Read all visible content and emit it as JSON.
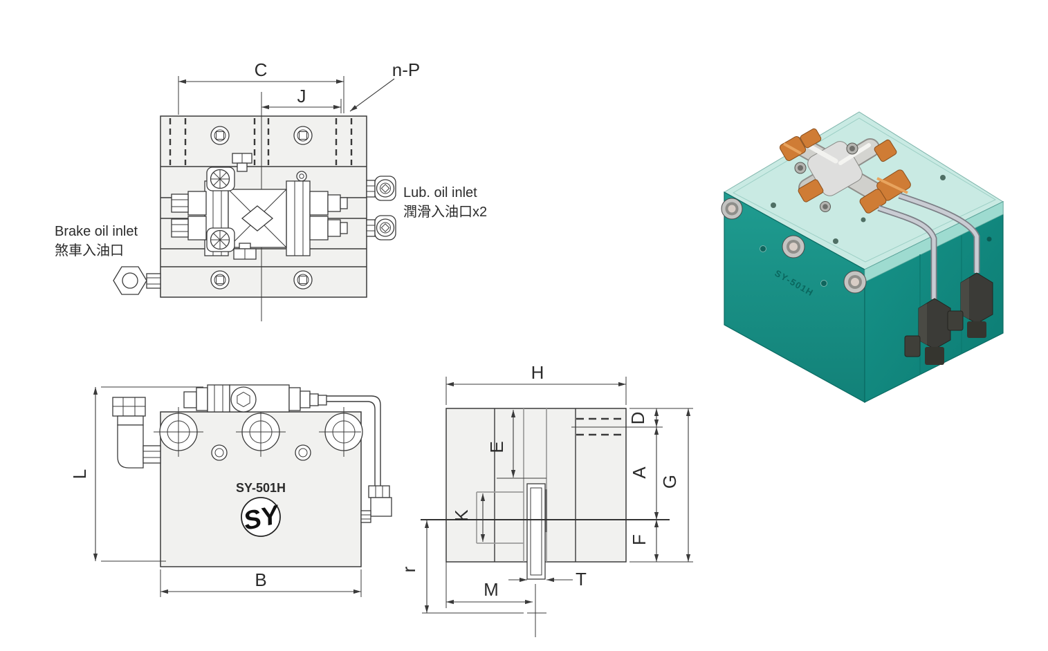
{
  "tv": {
    "c": "C",
    "j": "J",
    "np": "n-P",
    "lub_en": "Lub. oil inlet",
    "lub_zh": "潤滑入油口x2",
    "brake_en": "Brake oil inlet",
    "brake_zh": "煞車入油口"
  },
  "fv": {
    "l": "L",
    "b": "B",
    "model": "SY-501H",
    "logo": "SY"
  },
  "sv": {
    "h": "H",
    "d": "D",
    "e": "E",
    "a": "A",
    "g": "G",
    "k": "K",
    "f": "F",
    "r": "r",
    "m": "M",
    "t": "T"
  },
  "r3d": {
    "model": "SY-501H"
  },
  "colors": {
    "line": "#3a3a3a",
    "block_fill": "#f1f1ef",
    "teal_front": "#1b958a",
    "teal_right": "#11897e",
    "mint_top": "#c9eae3",
    "mint_chamfer": "#9edbd0",
    "orange_fitting": "#cf7c35",
    "chrome": "#d6d6d3",
    "dark_fitting": "#3b3b37",
    "tube": "#c9ccd3"
  }
}
